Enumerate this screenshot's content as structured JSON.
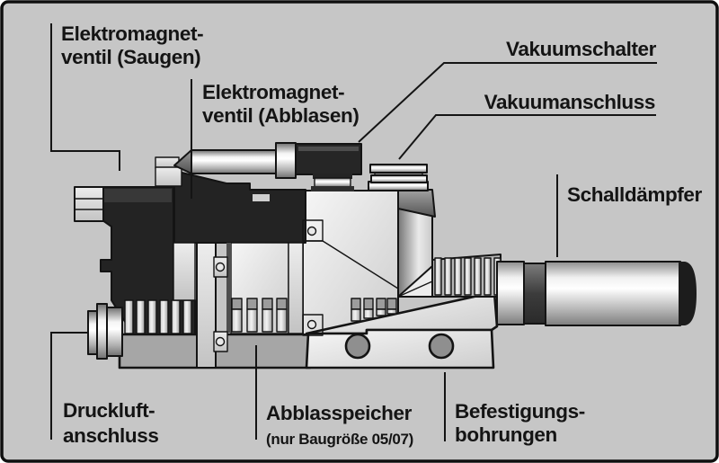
{
  "colors": {
    "background": "#c6c6c6",
    "frame": "#0f0f0f",
    "outline": "#141414",
    "dark_part": "#232323",
    "light_face": "#ececec",
    "base": "#a6a6a6",
    "mount_hole": "#8f8f8f",
    "text": "#141414"
  },
  "labels": {
    "solenoid_suction_1": "Elektromagnet-",
    "solenoid_suction_2": "ventil (Saugen)",
    "solenoid_blowoff_1": "Elektromagnet-",
    "solenoid_blowoff_2": "ventil (Abblasen)",
    "vacuum_switch": "Vakuumschalter",
    "vacuum_port": "Vakuumanschluss",
    "silencer": "Schalldämpfer",
    "air_supply_1": "Druckluft-",
    "air_supply_2": "anschluss",
    "blowoff_reservoir_1": "Abblasspeicher",
    "blowoff_reservoir_2": "(nur Baugröße 05/07)",
    "mounting_holes_1": "Befestigungs-",
    "mounting_holes_2": "bohrungen"
  }
}
